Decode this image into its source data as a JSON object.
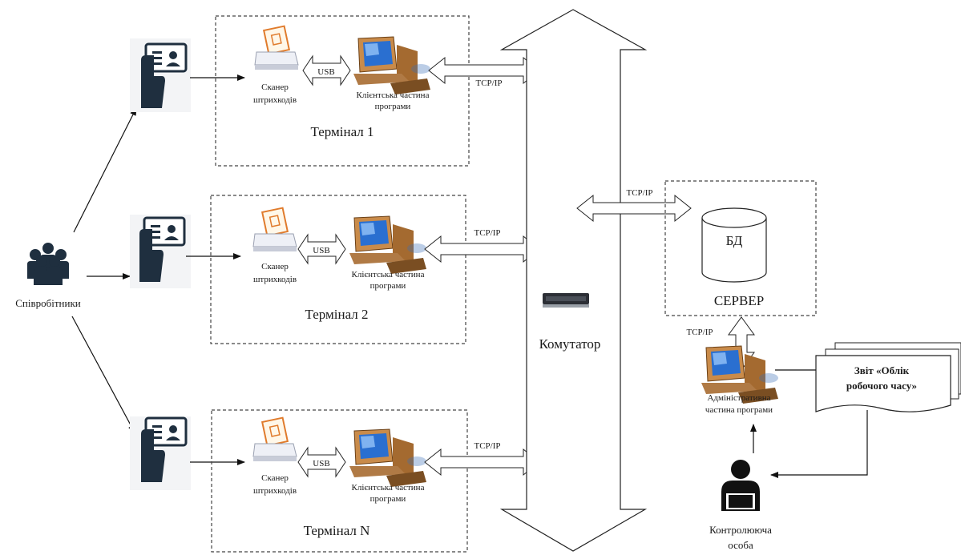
{
  "employees": {
    "label": "Співробітники"
  },
  "terminals": [
    {
      "title": "Термінал 1",
      "scanner_line1": "Сканер",
      "scanner_line2": "штрихкодів",
      "usb": "USB",
      "client_line1": "Клієнтська частина",
      "client_line2": "програми",
      "tcpip": "TCP/IP"
    },
    {
      "title": "Термінал 2",
      "scanner_line1": "Сканер",
      "scanner_line2": "штрихкодів",
      "usb": "USB",
      "client_line1": "Клієнтська частина",
      "client_line2": "програми",
      "tcpip": "TCP/IP"
    },
    {
      "title": "Термінал N",
      "scanner_line1": "Сканер",
      "scanner_line2": "штрихкодів",
      "usb": "USB",
      "client_line1": "Клієнтська частина",
      "client_line2": "програми",
      "tcpip": "TCP/IP"
    }
  ],
  "switch": {
    "label": "Комутатор"
  },
  "server": {
    "title": "СЕРВЕР",
    "db": "БД",
    "tcpip": "TCP/IP"
  },
  "admin": {
    "tcpip": "TCP/IP",
    "line1": "Адміністративна",
    "line2": "частина програми"
  },
  "report": {
    "line1": "Звіт «Облік",
    "line2": "робочого часу»"
  },
  "supervisor": {
    "line1": "Контролююча",
    "line2": "особа"
  }
}
